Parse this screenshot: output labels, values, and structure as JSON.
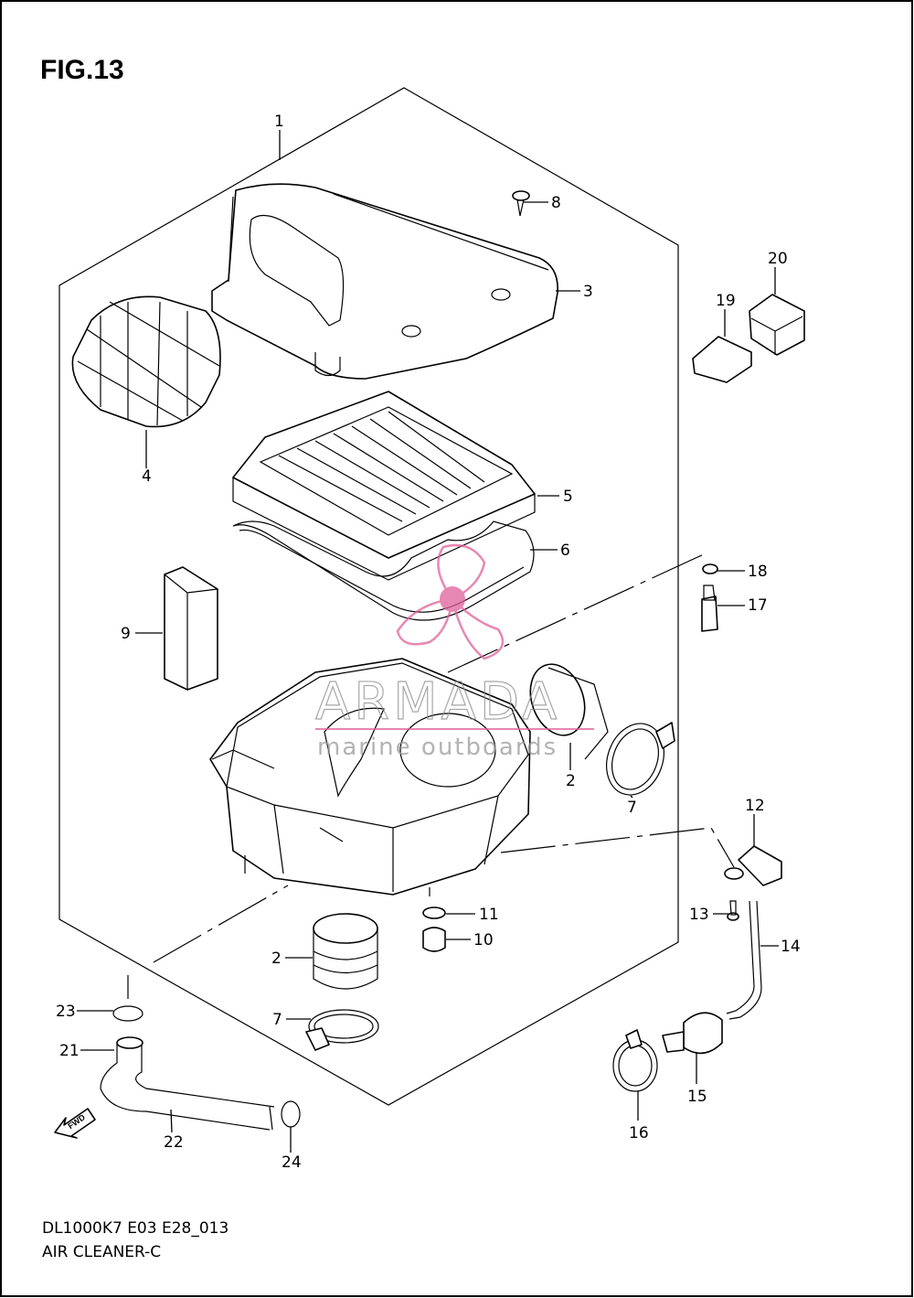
{
  "figure": {
    "title": "FIG.13",
    "footer_code": "DL1000K7 E03 E28_013",
    "footer_name": "AIR CLEANER-C"
  },
  "watermark": {
    "brand": "ARMADA",
    "tagline": "marine outboards",
    "color": "#e0609a"
  },
  "callouts": {
    "c1": "1",
    "c2a": "2",
    "c2b": "2",
    "c3": "3",
    "c4": "4",
    "c5": "5",
    "c6": "6",
    "c7a": "7",
    "c7b": "7",
    "c8": "8",
    "c9": "9",
    "c10": "10",
    "c11": "11",
    "c12": "12",
    "c13": "13",
    "c14": "14",
    "c15": "15",
    "c16": "16",
    "c17": "17",
    "c18": "18",
    "c19": "19",
    "c20": "20",
    "c21": "21",
    "c22": "22",
    "c23": "23",
    "c24": "24"
  },
  "fwd_label": "FWD"
}
